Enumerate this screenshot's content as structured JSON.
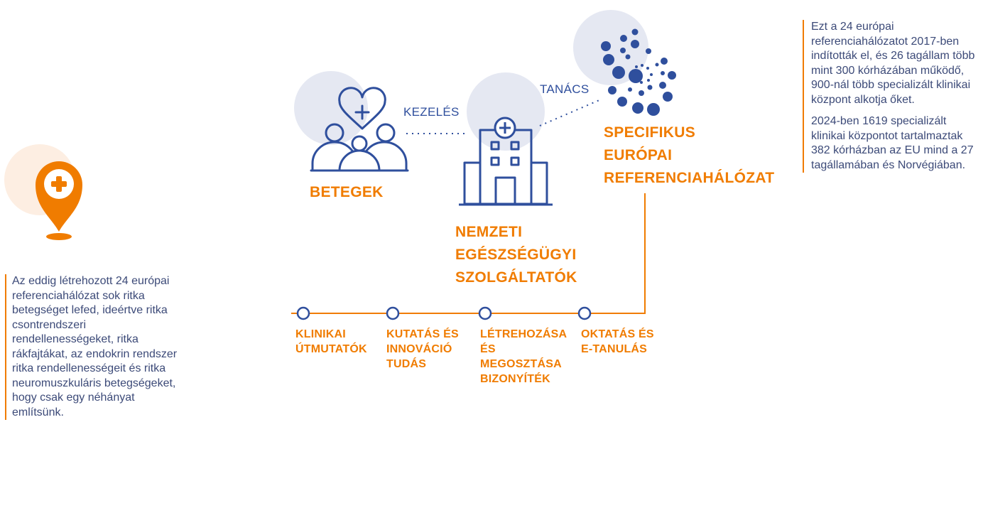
{
  "colors": {
    "accent": "#f07c00",
    "icon_blue": "#2f4f9d",
    "circle_bg": "#e5e8f2"
  },
  "left_text": "Az eddig létrehozott 24 európai referenciahálózat sok ritka betegséget lefed, ideértve ritka csontrendszeri rendellenességeket, ritka rákfajtákat, az endokrin rendszer ritka rendellenességeit és ritka neuromuszkuláris betegségeket, hogy csak egy néhányat említsünk.",
  "right_text": {
    "p1": "Ezt a 24 európai referenciahálózatot 2017-ben indították el, és 26 tagállam több mint 300 kórházában működő, 900-nál több specializált klinikai központ alkotja őket.",
    "p2": "2024-ben 1619 specializált klinikai központot tartalmaztak 382 kórházban az EU mind a 27 tagállamában és Norvégiában."
  },
  "diagram": {
    "patients": "BETEGEK",
    "treatment": "KEZELÉS",
    "advice": "TANÁCS",
    "providers": [
      "NEMZETI",
      "EGÉSZSÉGÜGYI",
      "SZOLGÁLTATÓK"
    ],
    "network": [
      "SPECIFIKUS",
      "EURÓPAI",
      "REFERENCIAHÁLÓZAT"
    ],
    "timeline": [
      {
        "lines": [
          "KLINIKAI",
          "ÚTMUTATÓK"
        ]
      },
      {
        "lines": [
          "KUTATÁS ÉS",
          "INNOVÁCIÓ",
          "TUDÁS"
        ]
      },
      {
        "lines": [
          "LÉTREHOZÁSA",
          "ÉS",
          "MEGOSZTÁSA",
          "BIZONYÍTÉK"
        ]
      },
      {
        "lines": [
          "OKTATÁS ÉS",
          "E-TANULÁS"
        ]
      }
    ]
  },
  "icons": [
    "location-pin-plus-icon",
    "patients-heart-icon",
    "hospital-icon",
    "ern-dots-logo-icon"
  ]
}
